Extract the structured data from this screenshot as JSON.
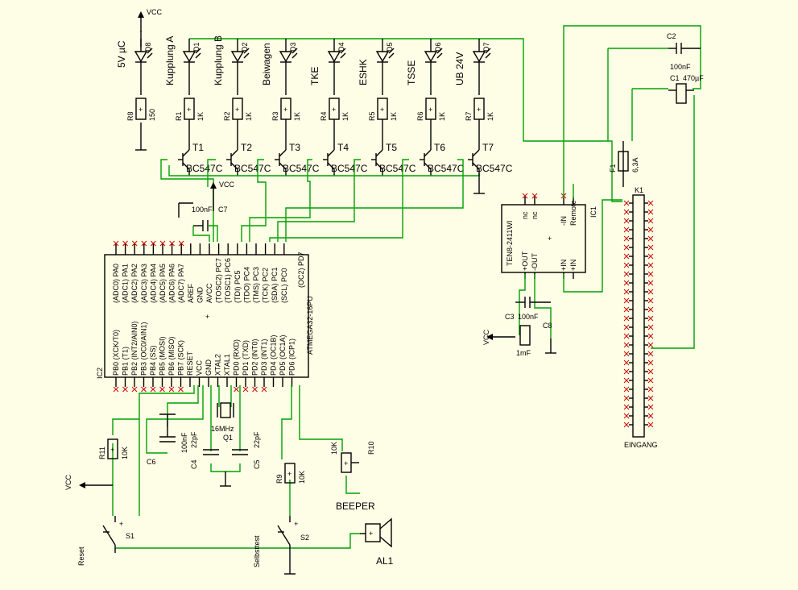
{
  "power": {
    "vcc": "VCC"
  },
  "leds": [
    {
      "ref": "D8",
      "label": "5V µC"
    },
    {
      "ref": "D1",
      "label": "Kupplung A"
    },
    {
      "ref": "D2",
      "label": "Kupplung B"
    },
    {
      "ref": "D3",
      "label": "Beiwagen"
    },
    {
      "ref": "D4",
      "label": "TKE"
    },
    {
      "ref": "D5",
      "label": "ESHK"
    },
    {
      "ref": "D6",
      "label": "TSSE"
    },
    {
      "ref": "D7",
      "label": "UB 24V"
    }
  ],
  "resistors_top": [
    {
      "ref": "R8",
      "value": "150"
    },
    {
      "ref": "R1",
      "value": "1K"
    },
    {
      "ref": "R2",
      "value": "1K"
    },
    {
      "ref": "R3",
      "value": "1K"
    },
    {
      "ref": "R4",
      "value": "1K"
    },
    {
      "ref": "R5",
      "value": "1K"
    },
    {
      "ref": "R6",
      "value": "1K"
    },
    {
      "ref": "R7",
      "value": "1K"
    }
  ],
  "transistors": [
    {
      "ref": "T1",
      "type": "BC547C"
    },
    {
      "ref": "T2",
      "type": "BC547C"
    },
    {
      "ref": "T3",
      "type": "BC547C"
    },
    {
      "ref": "T4",
      "type": "BC547C"
    },
    {
      "ref": "T5",
      "type": "BC547C"
    },
    {
      "ref": "T6",
      "type": "BC547C"
    },
    {
      "ref": "T7",
      "type": "BC547C"
    }
  ],
  "mcu": {
    "ref": "IC2",
    "part": "ATMEGA32-16PU",
    "top_pins": [
      "(ADC0) PA0",
      "(ADC1) PA1",
      "(ADC2) PA2",
      "(ADC3) PA3",
      "(ADC4) PA4",
      "(ADC5) PA5",
      "(ADC6) PA6",
      "(ADC7) PA7",
      "AREF",
      "GND",
      "AVCC",
      "(TOSC2) PC7",
      "(TOSC1) PC6",
      "(TDI) PC5",
      "(TDO) PC4",
      "(TMS) PC3",
      "(TCK) PC2",
      "(SDA) PC1",
      "(SCL) PC0"
    ],
    "bottom_pins": [
      "PB0 (XCK/T0)",
      "PB1 (T1)",
      "PB2 (INT2/AIN0)",
      "PB3 (OC0/AIN1)",
      "PB4 (SS)",
      "PB5 (MOSI)",
      "PB6 (MISO)",
      "PB7 (SCK)",
      "RESET",
      "VCC",
      "GND",
      "XTAL2",
      "XTAL1",
      "PD0 (RXD)",
      "PD1 (TXD)",
      "PD2 (INT0)",
      "PD3 (INT1)",
      "PD4 (OC1B)",
      "PD5 (OC1A)",
      "PD6 (ICP1)"
    ],
    "right_pin": "(OC2) PD7"
  },
  "c7": {
    "ref": "C7",
    "value": "100nF"
  },
  "dcdc": {
    "ref": "IC1",
    "part": "TEN8-2411WI",
    "top_pins": [
      "nc",
      "nc",
      "-IN",
      "Remote"
    ],
    "bottom_pins": [
      "+OUT",
      "-OUT",
      "+IN",
      "+IN"
    ]
  },
  "c2": {
    "ref": "C2",
    "value": "100nF"
  },
  "c1": {
    "ref": "C1",
    "value": "470µF"
  },
  "fuse": {
    "ref": "F1",
    "value": "6,3A"
  },
  "connector": {
    "ref": "K1",
    "label": "EINGANG"
  },
  "c3": {
    "ref": "C3",
    "value": "100nF"
  },
  "c8": {
    "ref": "C8",
    "value": "1mF"
  },
  "crystal": {
    "ref": "Q1",
    "value": "16MHz"
  },
  "c4": {
    "ref": "C4",
    "value": "22pF"
  },
  "c5": {
    "ref": "C5",
    "value": "22pF"
  },
  "c6": {
    "ref": "C6",
    "value": "100nF"
  },
  "r11": {
    "ref": "R11",
    "value": "10K"
  },
  "r9": {
    "ref": "R9",
    "value": "10K"
  },
  "r10": {
    "ref": "R10",
    "value": "10K"
  },
  "s1": {
    "ref": "S1",
    "label": "Reset"
  },
  "s2": {
    "ref": "S2",
    "label": "Selbsttest"
  },
  "buzzer": {
    "ref": "AL1",
    "label": "BEEPER"
  }
}
